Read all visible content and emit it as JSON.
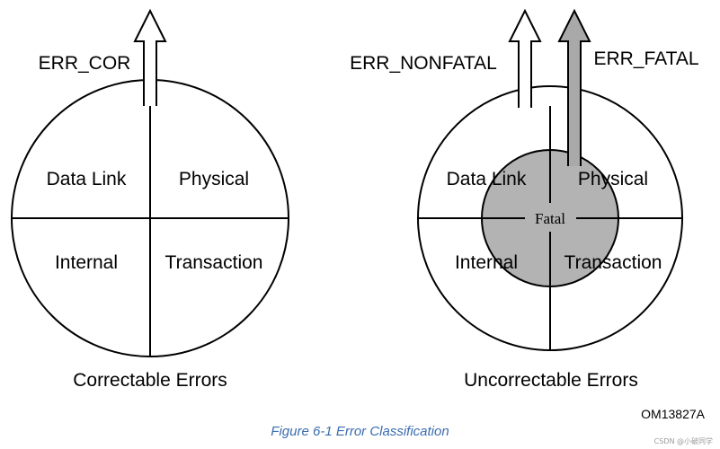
{
  "left": {
    "arrow_label": "ERR_COR",
    "quadrants": {
      "top_left": "Data Link",
      "top_right": "Physical",
      "bottom_left": "Internal",
      "bottom_right": "Transaction"
    },
    "title": "Correctable Errors"
  },
  "right": {
    "arrow_label_nonfatal": "ERR_NONFATAL",
    "arrow_label_fatal": "ERR_FATAL",
    "fatal_label": "Fatal",
    "quadrants": {
      "top_left": "Data Link",
      "top_right": "Physical",
      "bottom_left": "Internal",
      "bottom_right": "Transaction"
    },
    "title": "Uncorrectable Errors"
  },
  "figure_id": "OM13827A",
  "caption": "Figure  6-1  Error Classification",
  "watermark": "CSDN @小破同学",
  "colors": {
    "fatal_fill": "#b3b3b3",
    "fatal_arrow": "#a9a9a9",
    "caption": "#3a6cb0"
  }
}
